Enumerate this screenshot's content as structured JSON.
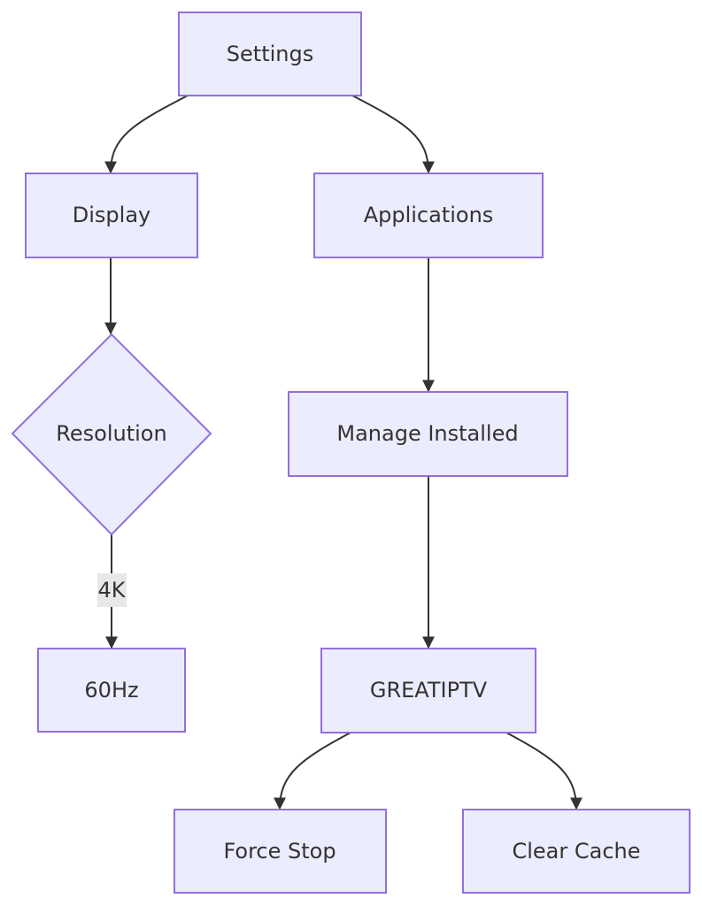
{
  "diagram": {
    "type": "flowchart",
    "nodes": {
      "settings": "Settings",
      "display": "Display",
      "applications": "Applications",
      "resolution": "Resolution",
      "manage_installed": "Manage Installed",
      "hz60": "60Hz",
      "greatiptv": "GREATIPTV",
      "force_stop": "Force Stop",
      "clear_cache": "Clear Cache"
    },
    "edges": [
      {
        "from": "settings",
        "to": "display",
        "label": ""
      },
      {
        "from": "settings",
        "to": "applications",
        "label": ""
      },
      {
        "from": "display",
        "to": "resolution",
        "label": ""
      },
      {
        "from": "resolution",
        "to": "hz60",
        "label": "4K"
      },
      {
        "from": "applications",
        "to": "manage_installed",
        "label": ""
      },
      {
        "from": "manage_installed",
        "to": "greatiptv",
        "label": ""
      },
      {
        "from": "greatiptv",
        "to": "force_stop",
        "label": ""
      },
      {
        "from": "greatiptv",
        "to": "clear_cache",
        "label": ""
      }
    ],
    "edge_labels": {
      "resolution_to_hz60": "4K"
    },
    "colors": {
      "node_fill": "#ECECFF",
      "node_stroke": "#9370DB",
      "edge": "#333333",
      "text": "#333333",
      "edge_label_bg": "#E8E8E8"
    }
  }
}
